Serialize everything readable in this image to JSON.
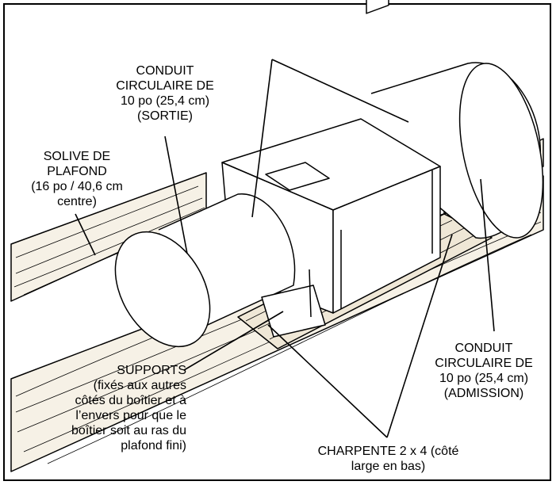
{
  "labels": {
    "outlet_duct": [
      "CONDUIT",
      "CIRCULAIRE DE",
      "10 po (25,4 cm)",
      "(SORTIE)"
    ],
    "ceiling_joist": [
      "SOLIVE DE",
      "PLAFOND",
      "(16 po / 40,6 cm",
      "centre)"
    ],
    "inlet_duct": [
      "CONDUIT",
      "CIRCULAIRE DE",
      "10 po (25,4 cm)",
      "(ADMISSION)"
    ],
    "supports": [
      "SUPPORTS",
      "(fixés aux autres",
      "côtés du boîtier et à",
      "l’envers pour que le",
      "boîtier soit au ras du",
      "plafond fini)"
    ],
    "framing": [
      "CHARPENTE 2 x 4 (côté",
      "large en bas)"
    ]
  },
  "colors": {
    "line": "#000000",
    "background": "#ffffff",
    "wood": "#f2ece0"
  }
}
